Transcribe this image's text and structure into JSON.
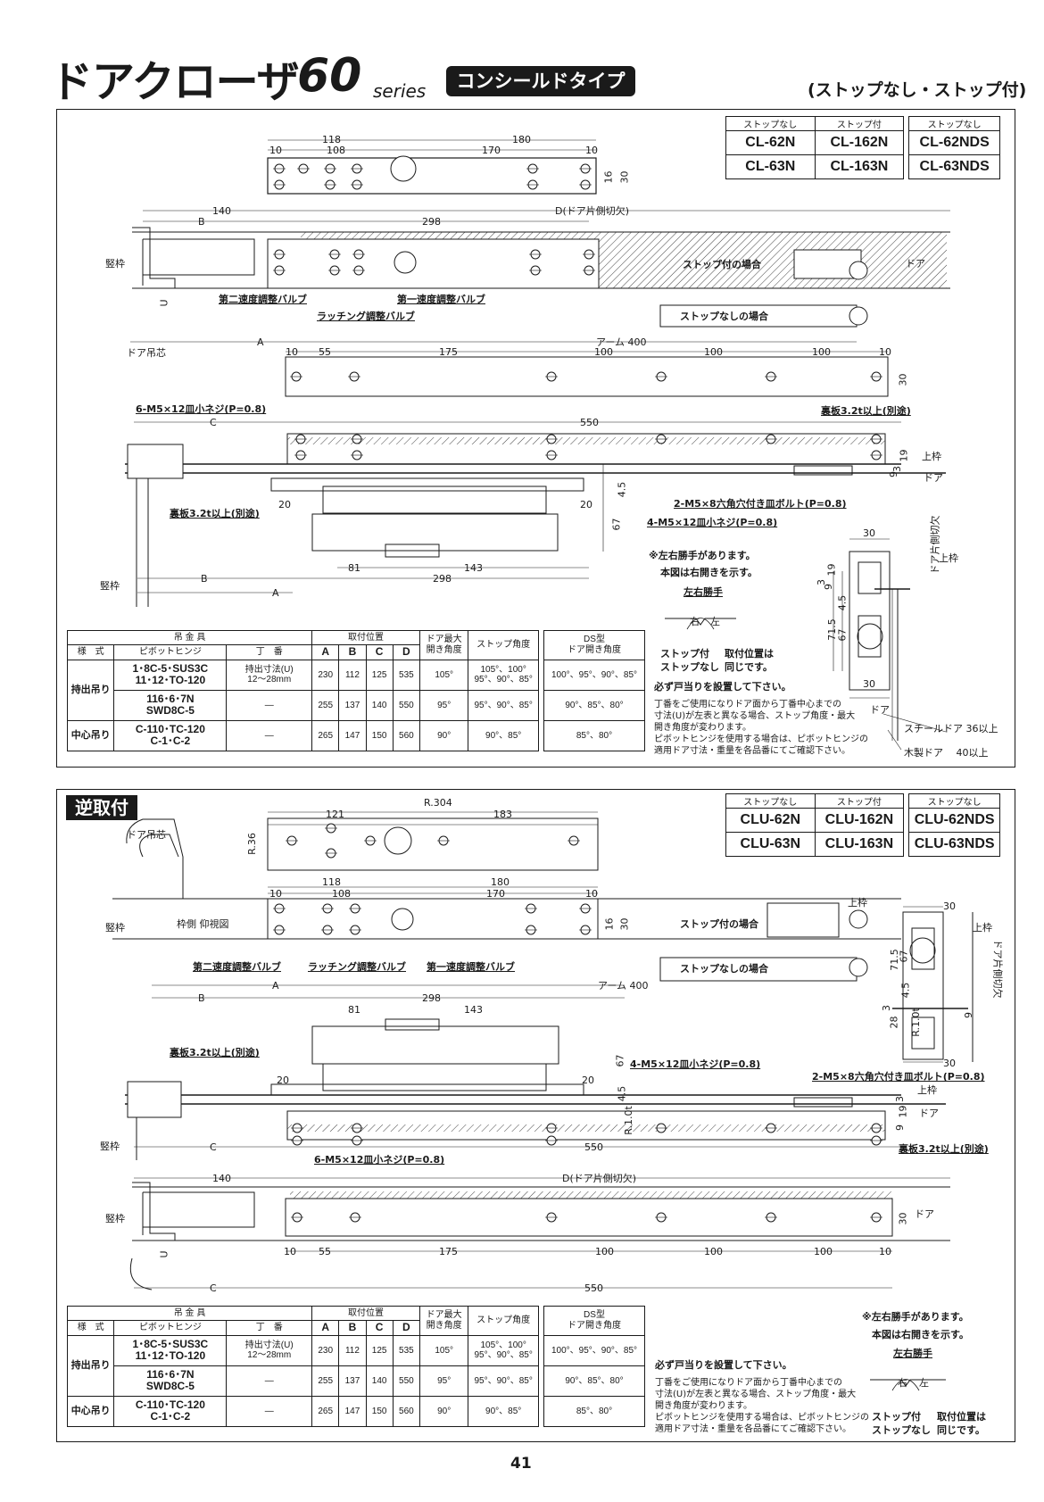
{
  "header": {
    "title": "ドアクローザ",
    "series_num": "60",
    "series_word": "series",
    "type_badge": "コンシールドタイプ",
    "subtitle": "(ストップなし・ストップ付)"
  },
  "top": {
    "models": {
      "headers": [
        "ストップなし",
        "ストップ付",
        "ストップなし"
      ],
      "rows": [
        [
          "CL-62N",
          "CL-162N",
          "CL-62NDS"
        ],
        [
          "CL-63N",
          "CL-163N",
          "CL-63NDS"
        ]
      ]
    },
    "dims": {
      "d118": "118",
      "d180": "180",
      "d10a": "10",
      "d108": "108",
      "d170": "170",
      "d10b": "10",
      "d16": "16",
      "d30": "30",
      "d140": "140",
      "dD": "D(ドア片側切欠)",
      "dB": "B",
      "d298": "298",
      "dU": "U",
      "dA": "A",
      "arm": "アーム 400",
      "d55": "55",
      "d175": "175",
      "d100a": "100",
      "d100b": "100",
      "d100c": "100",
      "d30b": "30",
      "dC": "C",
      "d550": "550",
      "d20a": "20",
      "d20b": "20",
      "d45": "4.5",
      "d67": "67",
      "d81": "81",
      "d143": "143",
      "dB2": "B",
      "d298b": "298",
      "dA2": "A",
      "d9": "9",
      "d19": "19",
      "d3": "3"
    },
    "labels": {
      "tatewaku1": "竪枠",
      "door_tsurishin": "ドア吊芯",
      "door": "ドア",
      "stop_tsuki": "ストップ付の場合",
      "stop_nashi": "ストップなしの場合",
      "valve2": "第二速度調整バルブ",
      "valve1": "第一速度調整バルブ",
      "latching": "ラッチング調整バルブ",
      "screw6": "6-M5×12皿小ネジ(P=0.8)",
      "urabanR": "裏板3.2t以上(別途)",
      "urabanL": "裏板3.2t以上(別途)",
      "bolt2": "2-M5×8六角穴付き皿ボルト(P=0.8)",
      "screw4": "4-M5×12皿小ネジ(P=0.8)",
      "uwawaku": "上枠",
      "door2": "ドア",
      "tatewaku2": "竪枠"
    },
    "notes": {
      "lr": "※左右勝手があります。",
      "figure": "本図は右開きを示す。",
      "lr_title": "左右勝手",
      "right": "右",
      "left": "左",
      "stop_both": "ストップ付",
      "stop_nashi": "ストップなし",
      "same_pos1": "取付位置は",
      "same_pos2": "同じです。",
      "doorstop": "必ず戸当りを設置して下さい。",
      "n1": "丁番をご使用になりドア面から丁番中心までの",
      "n2": "寸法(U)が左表と異なる場合、ストップ角度・最大",
      "n3": "開き角度が変わります。",
      "n4": "ピボットヒンジを使用する場合は、ピボットヒンジの",
      "n5": "適用ドア寸法・重量を各品番にてご確認下さい。"
    },
    "section": {
      "d30t": "30",
      "d30b": "30",
      "kiri": "ドア片側切欠",
      "uwawaku": "上枠",
      "d3": "3",
      "d9": "9",
      "d19": "19",
      "d715": "71.5",
      "d45": "4.5",
      "d67": "67",
      "door": "ドア",
      "steel": "スチールドア 36以上",
      "wood": "木製ドア　 40以上"
    }
  },
  "spec_table": {
    "h_kanagu": "吊 金 具",
    "h_torituke": "取付位置",
    "h_dmax1": "ドア最大",
    "h_dmax2": "開き角度",
    "h_stop": "ストップ角度",
    "h_ds1": "DS型",
    "h_ds2": "ドア開き角度",
    "h_yoshiki": "様　式",
    "h_pivot": "ピボットヒンジ",
    "h_choban": "丁　番",
    "A": "A",
    "B": "B",
    "C": "C",
    "D": "D",
    "r1": {
      "type": "持出吊り",
      "pivot1": "1･8C-5･SUS3C",
      "pivot2": "11･12･TO-120",
      "choban1": "持出寸法(U)",
      "choban2": "12～28mm",
      "A": "230",
      "B": "112",
      "C": "125",
      "D": "535",
      "dmax": "105°",
      "stop1": "105°、100°",
      "stop2": "95°、90°、85°",
      "ds": "100°、95°、90°、85°"
    },
    "r2": {
      "pivot1": "116･6･7N",
      "pivot2": "SWD8C-5",
      "choban": "―",
      "A": "255",
      "B": "137",
      "C": "140",
      "D": "550",
      "dmax": "95°",
      "stop": "95°、90°、85°",
      "ds": "90°、85°、80°"
    },
    "r3": {
      "type": "中心吊り",
      "pivot1": "C-110･TC-120",
      "pivot2": "C-1･C-2",
      "choban": "―",
      "A": "265",
      "B": "147",
      "C": "150",
      "D": "560",
      "dmax": "90°",
      "stop": "90°、85°",
      "ds": "85°、80°"
    }
  },
  "bottom": {
    "badge": "逆取付",
    "models": {
      "headers": [
        "ストップなし",
        "ストップ付",
        "ストップなし"
      ],
      "rows": [
        [
          "CLU-62N",
          "CLU-162N",
          "CLU-62NDS"
        ],
        [
          "CLU-63N",
          "CLU-163N",
          "CLU-63NDS"
        ]
      ]
    },
    "dims": {
      "r304": "R.304",
      "d121": "121",
      "d183": "183",
      "r36": "R.36",
      "d118": "118",
      "d180": "180",
      "d10a": "10",
      "d108": "108",
      "d170": "170",
      "d10b": "10",
      "d16": "16",
      "d30": "30",
      "dA": "A",
      "arm": "アーム 400",
      "dB": "B",
      "d81": "81",
      "d298": "298",
      "d143": "143",
      "d20a": "20",
      "d20b": "20",
      "d67": "67",
      "d45": "4.5",
      "r10t": "R.1.0t",
      "d9": "9",
      "d19": "19",
      "d3": "3",
      "dC": "C",
      "d550": "550",
      "d140": "140",
      "dD": "D(ドア片側切欠)",
      "d30b": "30",
      "dU": "U",
      "d10c": "10",
      "d55": "55",
      "d175": "175",
      "d100a": "100",
      "d100b": "100",
      "d100c": "100",
      "d10d": "10",
      "dC2": "C",
      "d550b": "550"
    },
    "labels": {
      "door_tsurishin": "ドア吊芯",
      "tatewaku1": "竪枠",
      "wakugawa": "枠側 仰視図",
      "uwawaku1": "上枠",
      "stop_tsuki": "ストップ付の場合",
      "stop_nashi": "ストップなしの場合",
      "valve2": "第二速度調整バルブ",
      "latching": "ラッチング調整バルブ",
      "valve1": "第一速度調整バルブ",
      "urabanL": "裏板3.2t以上(別途)",
      "screw4": "4-M5×12皿小ネジ(P=0.8)",
      "bolt2": "2-M5×8六角穴付き皿ボルト(P=0.8)",
      "uwawaku2": "上枠",
      "door": "ドア",
      "tatewaku2": "竪枠",
      "urabanR": "裏板3.2t以上(別途)",
      "screw6": "6-M5×12皿小ネジ(P=0.8)",
      "tatewaku3": "竪枠",
      "door3": "ドア"
    },
    "section": {
      "d30t": "30",
      "uwawaku": "上枠",
      "d715": "71.5",
      "d67": "67",
      "kiri": "ドア片側切欠",
      "d45": "4.5",
      "d3": "3",
      "d28": "28",
      "r10t": "R.1.0t",
      "d9": "9",
      "d30b": "30"
    },
    "notes": {
      "lr": "※左右勝手があります。",
      "figure": "本図は右開きを示す。",
      "lr_title": "左右勝手",
      "right": "右",
      "left": "左",
      "doorstop": "必ず戸当りを設置して下さい。",
      "n1": "丁番をご使用になりドア面から丁番中心までの",
      "n2": "寸法(U)が左表と異なる場合、ストップ角度・最大",
      "n3": "開き角度が変わります。",
      "n4": "ピボットヒンジを使用する場合は、ピボットヒンジの",
      "n5": "適用ドア寸法・重量を各品番にてご確認下さい。",
      "stop_both": "ストップ付",
      "stop_nashi": "ストップなし",
      "same_pos1": "取付位置は",
      "same_pos2": "同じです。"
    }
  },
  "page_number": "41"
}
